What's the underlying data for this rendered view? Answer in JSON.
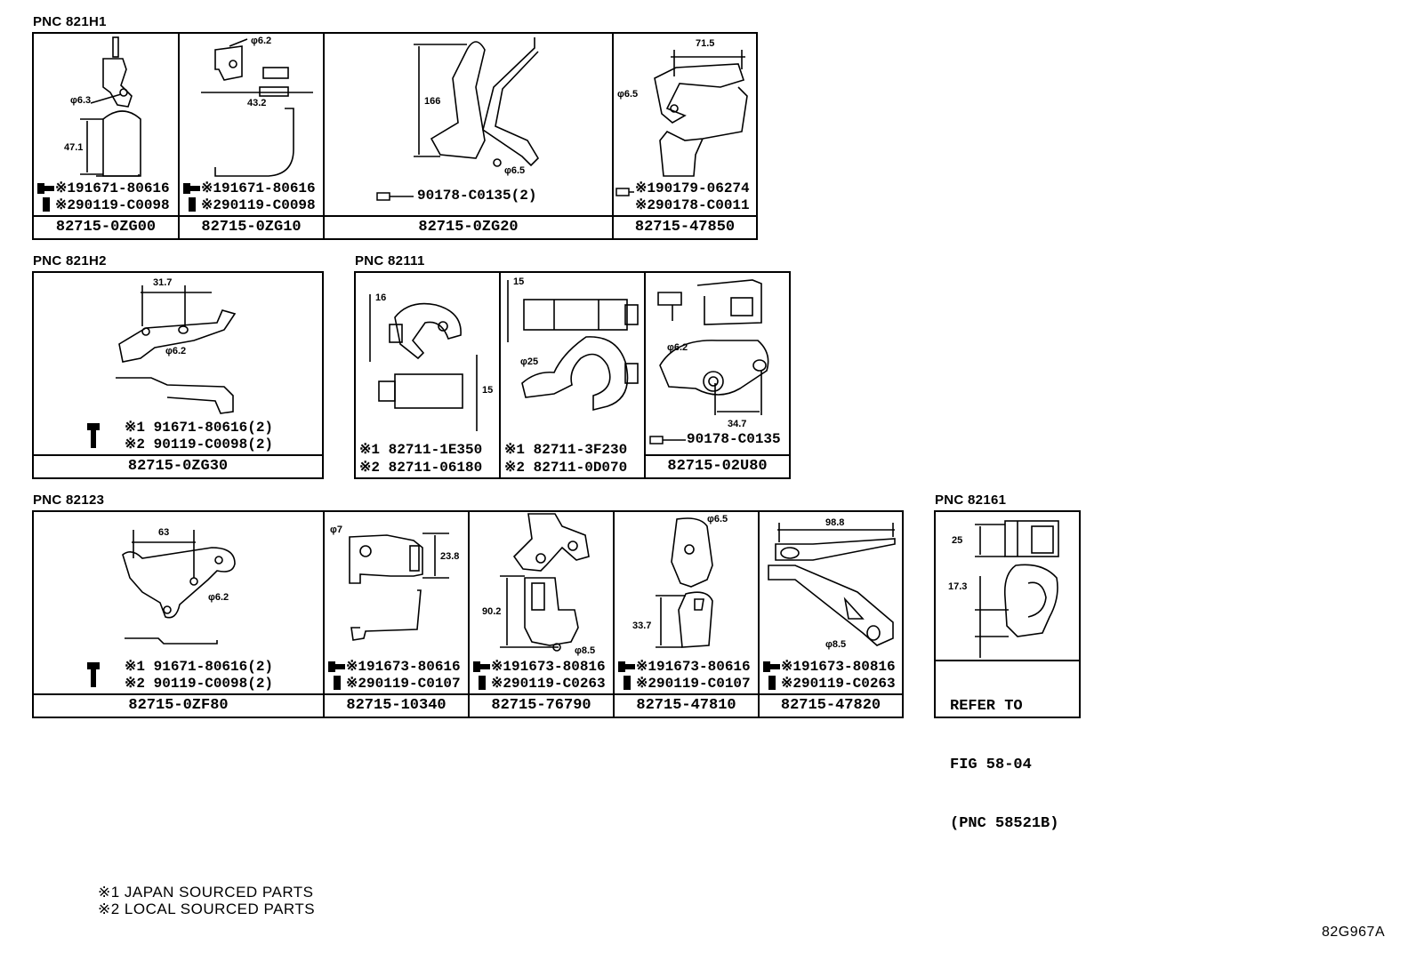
{
  "groups": [
    {
      "pnc": "PNC 821H1",
      "cells": [
        {
          "part": "82715-0ZG00",
          "subs": [
            "※191671-80616",
            "※290119-C0098"
          ],
          "dims": [
            "φ6.3",
            "47.1"
          ]
        },
        {
          "part": "82715-0ZG10",
          "subs": [
            "※191671-80616",
            "※290119-C0098"
          ],
          "dims": [
            "φ6.2",
            "43.2"
          ]
        },
        {
          "part": "82715-0ZG20",
          "subs": [
            "90178-C0135(2)"
          ],
          "dims": [
            "166",
            "φ6.5"
          ]
        },
        {
          "part": "82715-47850",
          "subs": [
            "※190179-06274",
            "※290178-C0011"
          ],
          "dims": [
            "71.5",
            "φ6.5"
          ]
        }
      ]
    },
    {
      "pnc": "PNC 821H2",
      "cells": [
        {
          "part": "82715-0ZG30",
          "subs": [
            "※1 91671-80616(2)",
            "※2 90119-C0098(2)"
          ],
          "dims": [
            "31.7",
            "φ6.2"
          ]
        }
      ]
    },
    {
      "pnc": "PNC 82111",
      "cells": [
        {
          "part": "",
          "subs": [
            "※1 82711-1E350",
            "※2 82711-06180"
          ],
          "dims": [
            "16",
            "15"
          ]
        },
        {
          "part": "",
          "subs": [
            "※1 82711-3F230",
            "※2 82711-0D070"
          ],
          "dims": [
            "15",
            "φ25"
          ]
        },
        {
          "part": "82715-02U80",
          "subs": [
            "90178-C0135"
          ],
          "dims": [
            "φ6.2",
            "34.7"
          ]
        }
      ]
    },
    {
      "pnc": "PNC 82123",
      "cells": [
        {
          "part": "82715-0ZF80",
          "subs": [
            "※1 91671-80616(2)",
            "※2 90119-C0098(2)"
          ],
          "dims": [
            "63",
            "φ6.2"
          ]
        },
        {
          "part": "82715-10340",
          "subs": [
            "※191673-80616",
            "※290119-C0107"
          ],
          "dims": [
            "φ7",
            "23.8"
          ]
        },
        {
          "part": "82715-76790",
          "subs": [
            "※191673-80816",
            "※290119-C0263"
          ],
          "dims": [
            "90.2",
            "φ8.5"
          ]
        },
        {
          "part": "82715-47810",
          "subs": [
            "※191673-80616",
            "※290119-C0107"
          ],
          "dims": [
            "φ6.5",
            "33.7"
          ]
        },
        {
          "part": "82715-47820",
          "subs": [
            "※191673-80816",
            "※290119-C0263"
          ],
          "dims": [
            "98.8",
            "φ8.5"
          ]
        }
      ]
    },
    {
      "pnc": "PNC 82161",
      "cells": [
        {
          "part": "",
          "subs": [],
          "dims": [
            "25",
            "17.3"
          ],
          "refer": [
            "REFER TO",
            "FIG 58-04",
            "(PNC 58521B)"
          ]
        }
      ]
    }
  ],
  "notes": [
    "※1 JAPAN SOURCED PARTS",
    "※2 LOCAL SOURCED PARTS"
  ],
  "figure_id": "82G967A",
  "icons": {
    "bolt": "bolt-icon",
    "clip": "clip-icon",
    "screw": "screw-icon"
  }
}
